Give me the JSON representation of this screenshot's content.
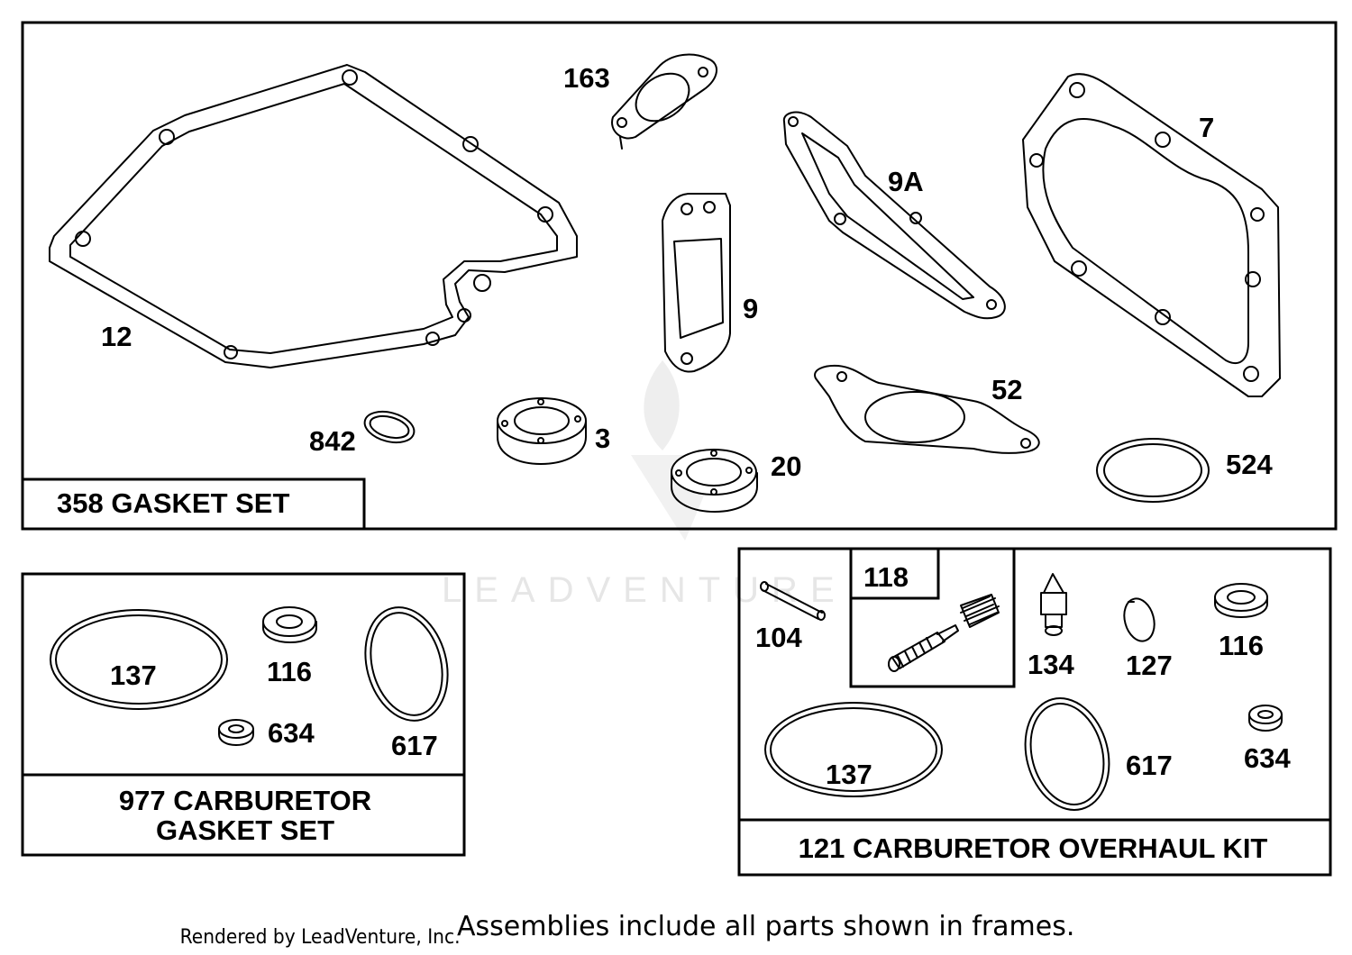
{
  "watermark": "LEADVENTURE",
  "footer": {
    "credit": "Rendered by LeadVenture, Inc.",
    "note": "Assemblies include all parts shown in frames."
  },
  "frames": {
    "gasket_set": {
      "title": "358 GASKET SET"
    },
    "carb_gasket_set": {
      "title_line1": "977 CARBURETOR",
      "title_line2": "GASKET SET"
    },
    "overhaul_kit": {
      "title": "121 CARBURETOR OVERHAUL KIT",
      "sub_frame_label": "118"
    }
  },
  "labels": {
    "p12": "12",
    "p163": "163",
    "p9A": "9A",
    "p7": "7",
    "p9": "9",
    "p52": "52",
    "p842": "842",
    "p3": "3",
    "p20": "20",
    "p524": "524",
    "c137": "137",
    "c116": "116",
    "c634": "634",
    "c617": "617",
    "k104": "104",
    "k134": "134",
    "k127": "127",
    "k116": "116",
    "k137": "137",
    "k617": "617",
    "k634": "634"
  }
}
